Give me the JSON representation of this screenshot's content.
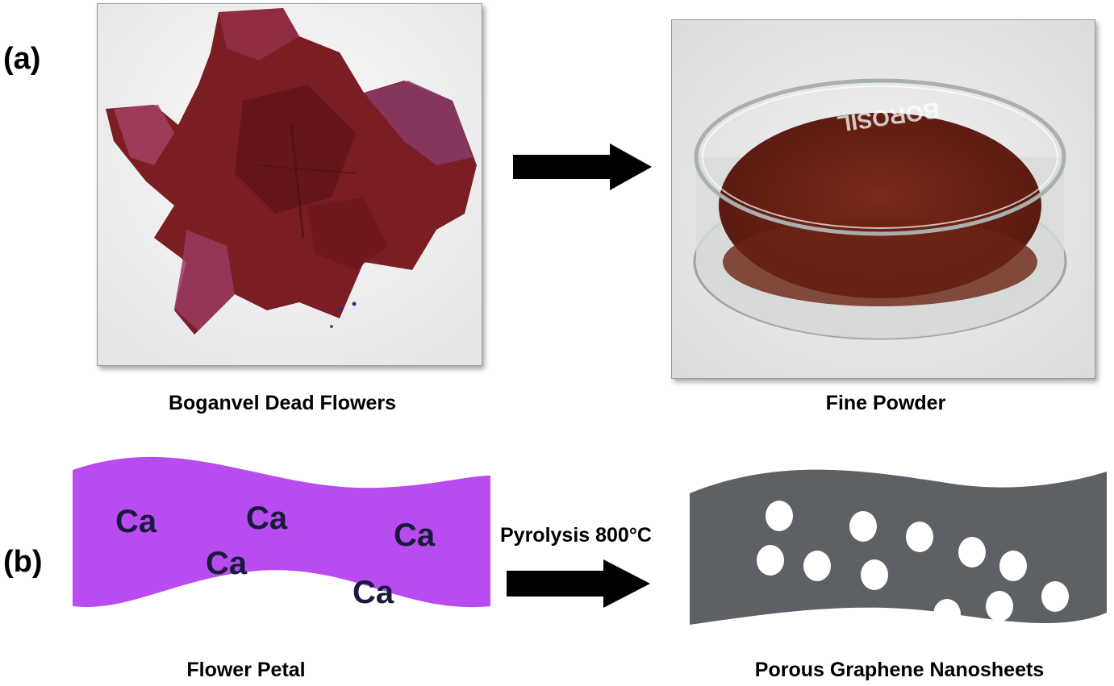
{
  "panel_a": {
    "label": "(a)",
    "left_caption": "Boganvel Dead Flowers",
    "right_caption": "Fine Powder",
    "dish_brand": "BOROSIL"
  },
  "panel_b": {
    "label": "(b)",
    "left_caption": "Flower Petal",
    "right_caption": "Porous Graphene Nanosheets",
    "process_label": "Pyrolysis 800°C",
    "element_label": "Ca"
  },
  "colors": {
    "petal_fill": "#b84cf0",
    "graphene_fill": "#5d6166",
    "arrow": "#000000",
    "flower_red": "#7a1e24",
    "powder_brown": "#6d2415"
  }
}
